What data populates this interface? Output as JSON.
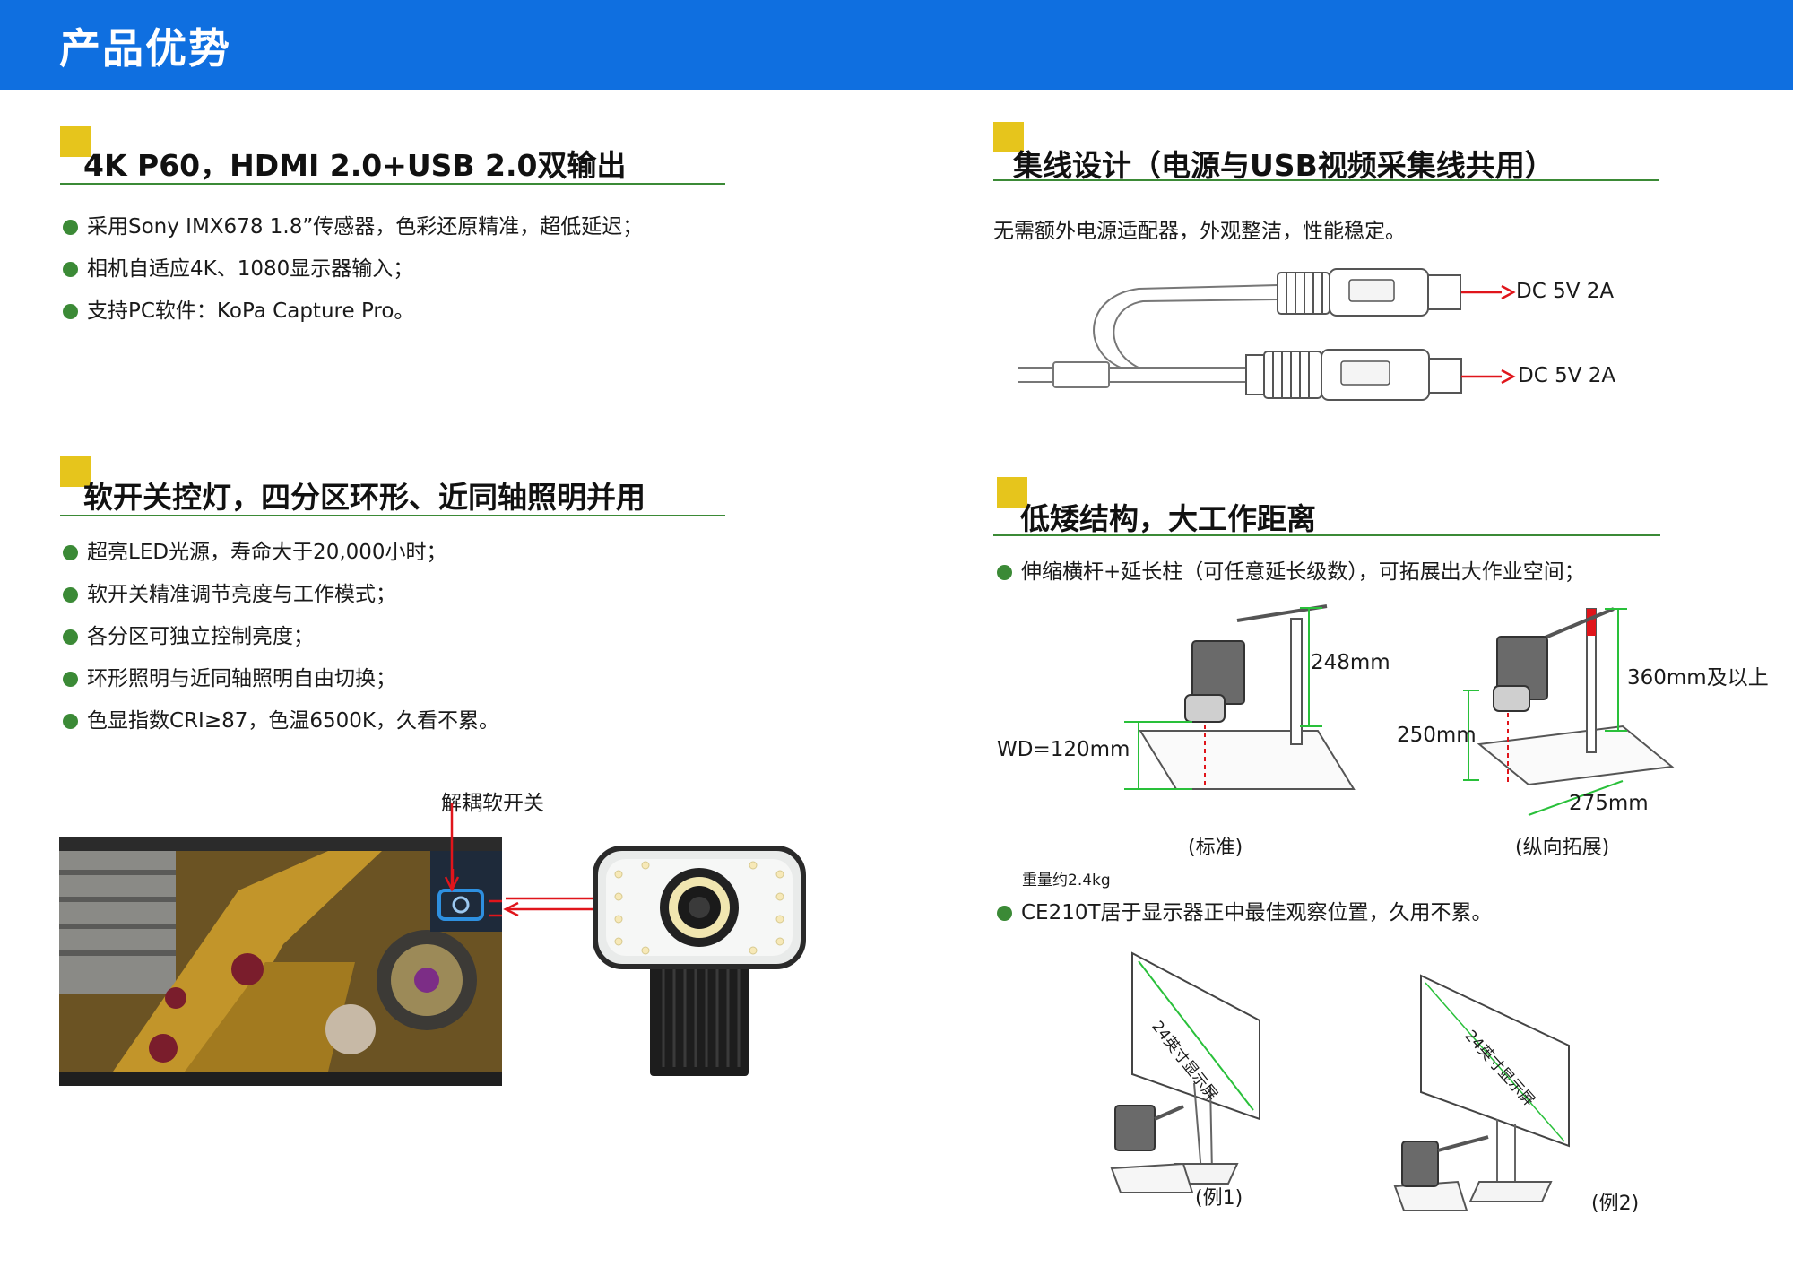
{
  "header": {
    "title": "产品优势"
  },
  "sections": [
    {
      "title": "4K P60，HDMI 2.0+USB 2.0双输出",
      "bullets": [
        "采用Sony IMX678 1.8”传感器，色彩还原精准，超低延迟；",
        "相机自适应4K、1080显示器输入；",
        "支持PC软件：KoPa Capture Pro。"
      ]
    },
    {
      "title": "集线设计（电源与USB视频采集线共用）",
      "text": "无需额外电源适配器，外观整洁，性能稳定。",
      "labels": [
        "DC 5V 2A",
        "DC 5V 2A"
      ]
    },
    {
      "title": "软开关控灯，四分区环形、近同轴照明并用",
      "bullets": [
        "超亮LED光源，寿命大于20,000小时；",
        "软开关精准调节亮度与工作模式；",
        "各分区可独立控制亮度；",
        "环形照明与近同轴照明自由切换；",
        "色显指数CRI≥87，色温6500K，久看不累。"
      ],
      "callout": "解耦软开关"
    },
    {
      "title": "低矮结构，大工作距离",
      "bullet1": "伸缩横杆+延长柱（可任意延长级数），可拓展出大作业空间；",
      "diagram_left": {
        "height": "248mm",
        "wd": "WD=120mm",
        "caption": "(标准)"
      },
      "diagram_right": {
        "height": "360mm及以上",
        "side": "250mm",
        "depth": "275mm",
        "caption": "(纵向拓展)"
      },
      "weight": "重量约2.4kg",
      "bullet2": "CE210T居于显示器正中最佳观察位置，久用不累。",
      "monitor_label": "24英寸显示屏",
      "examples": [
        "(例1)",
        "(例2)"
      ]
    }
  ],
  "colors": {
    "header": "#0f6fe0",
    "accent": "#e6c51c",
    "line": "#3b8a36",
    "arrow": "#e0151b",
    "dim": "#29c03a"
  }
}
